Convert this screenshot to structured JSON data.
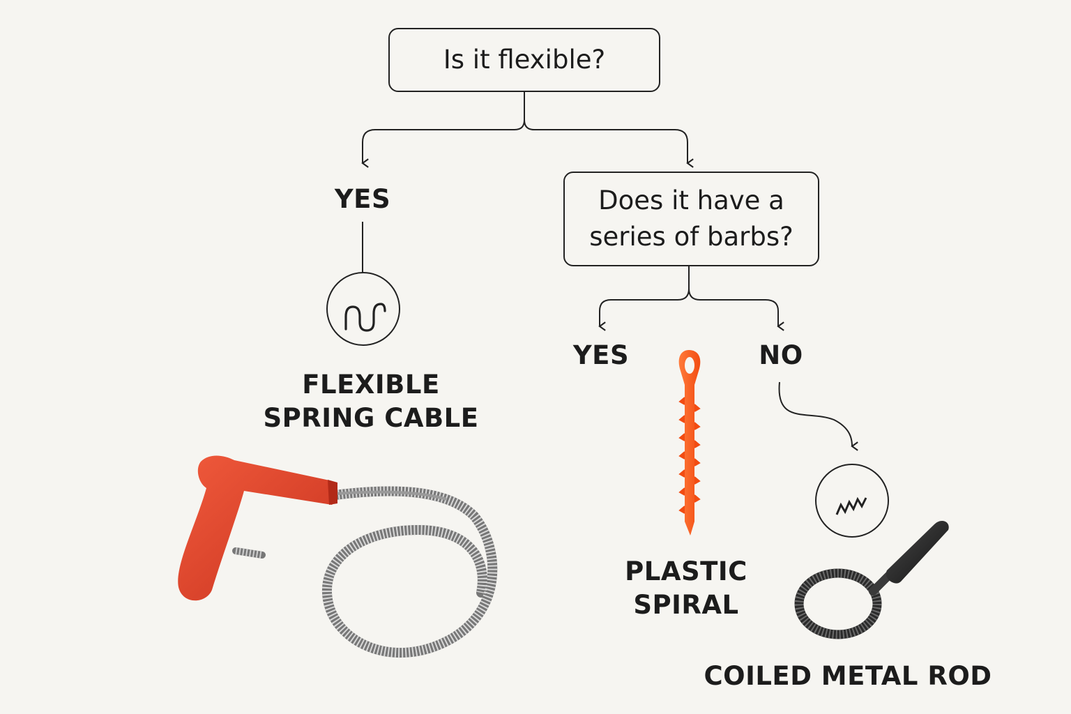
{
  "question_1": "Is it flexible?",
  "question_2": {
    "line1": "Does it have a",
    "line2": "series of barbs?"
  },
  "branch_1_yes": "YES",
  "branch_2_yes": "YES",
  "branch_2_no": "NO",
  "result_flexible": {
    "line1": "FLEXIBLE",
    "line2": "SPRING CABLE"
  },
  "result_plastic": {
    "line1": "PLASTIC",
    "line2": "SPIRAL"
  },
  "result_coiled": "COILED METAL ROD",
  "icons": {
    "spring": "spring-coil-icon",
    "zigzag": "zigzag-icon"
  },
  "colors": {
    "background": "#f6f5f1",
    "line": "#222222",
    "handle_red": "#e0402a",
    "plastic_orange": "#ff5a1f",
    "metal": "#8a8a8a",
    "rod_black": "#1f1f1f"
  }
}
